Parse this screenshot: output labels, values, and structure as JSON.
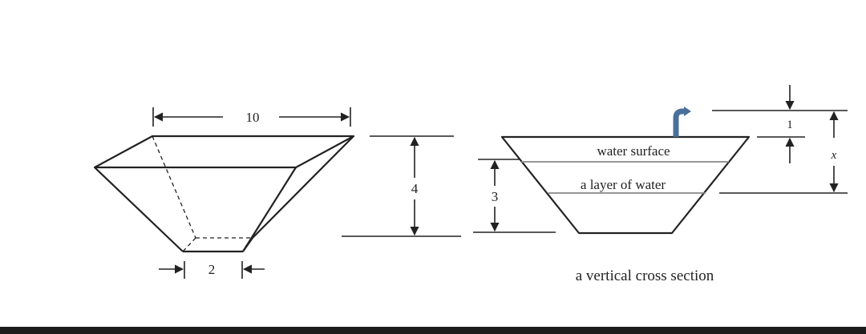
{
  "figure": {
    "tank": {
      "top_length": "10",
      "bottom_length": "2"
    },
    "height_labels": {
      "tank_height": "4",
      "water_depth": "3"
    },
    "cross_section": {
      "water_surface": "water surface",
      "water_layer": "a layer of water",
      "gap_to_pump": "1",
      "distance_var": "x",
      "caption": "a vertical cross section"
    },
    "colors": {
      "line": "#222222",
      "pipe": "#4a6f9a",
      "water_line": "#888888",
      "bottom_bar": "#1c1c1c"
    }
  }
}
